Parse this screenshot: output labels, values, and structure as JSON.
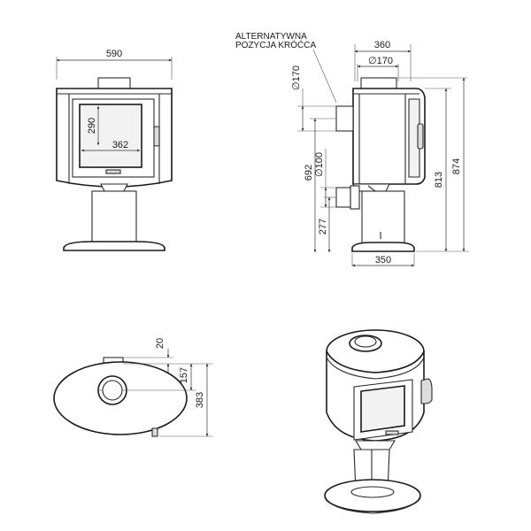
{
  "annotation": {
    "line1": "ALTERNATYWNA",
    "line2": "POZYCJA KRÓĆCA"
  },
  "front_view": {
    "width": "590",
    "window_height": "290",
    "window_width": "362"
  },
  "side_view": {
    "top_width": "360",
    "top_outlet": "∅170",
    "rear_outlet_diameter": "∅170",
    "rear_outlet_height": "692",
    "lower_outlet_diameter": "∅100",
    "lower_outlet_height": "277",
    "base_width": "350",
    "height_813": "813",
    "height_874": "874"
  },
  "top_view": {
    "offset_20": "20",
    "depth_157": "157",
    "depth_383": "383"
  }
}
